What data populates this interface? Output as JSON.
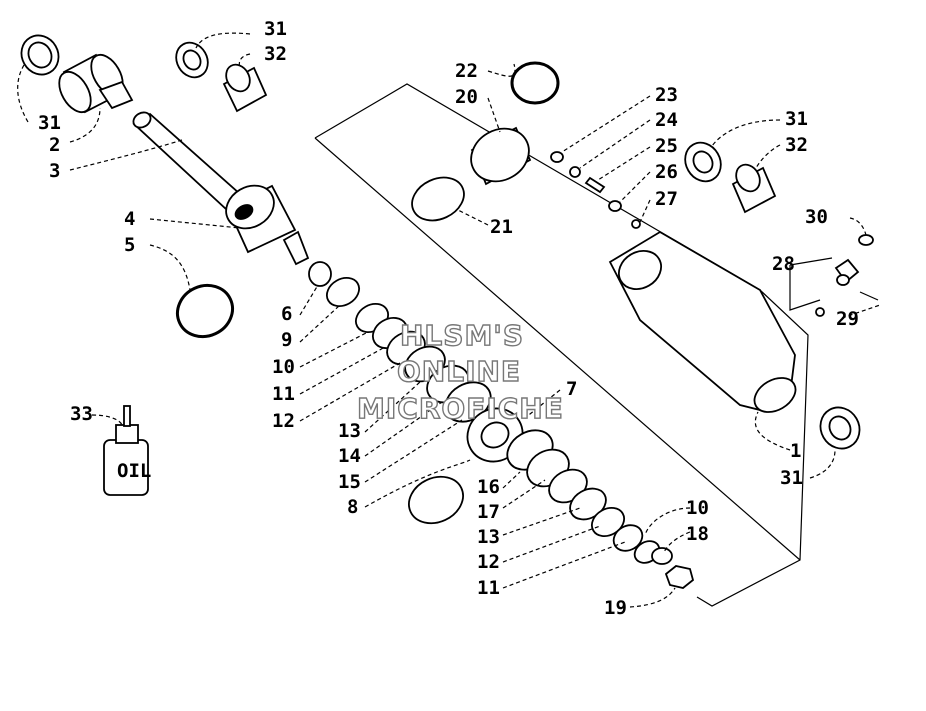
{
  "watermark": [
    "HLSM'S",
    "ONLINE",
    "MICROFICHE"
  ],
  "oil_can_label": "OIL",
  "callouts": {
    "c31a": "31",
    "c32a": "32",
    "c31b": "31",
    "c2": "2",
    "c3": "3",
    "c4": "4",
    "c5": "5",
    "c6": "6",
    "c9": "9",
    "c10a": "10",
    "c11a": "11",
    "c12a": "12",
    "c13a": "13",
    "c14": "14",
    "c15": "15",
    "c8": "8",
    "c33": "33",
    "c22": "22",
    "c20": "20",
    "c21": "21",
    "c23": "23",
    "c24": "24",
    "c25": "25",
    "c26": "26",
    "c27": "27",
    "c31c": "31",
    "c32b": "32",
    "c30": "30",
    "c28": "28",
    "c29": "29",
    "c1": "1",
    "c31d": "31",
    "c7": "7",
    "c16": "16",
    "c17": "17",
    "c13b": "13",
    "c12b": "12",
    "c11b": "11",
    "c10b": "10",
    "c18": "18",
    "c19": "19"
  }
}
